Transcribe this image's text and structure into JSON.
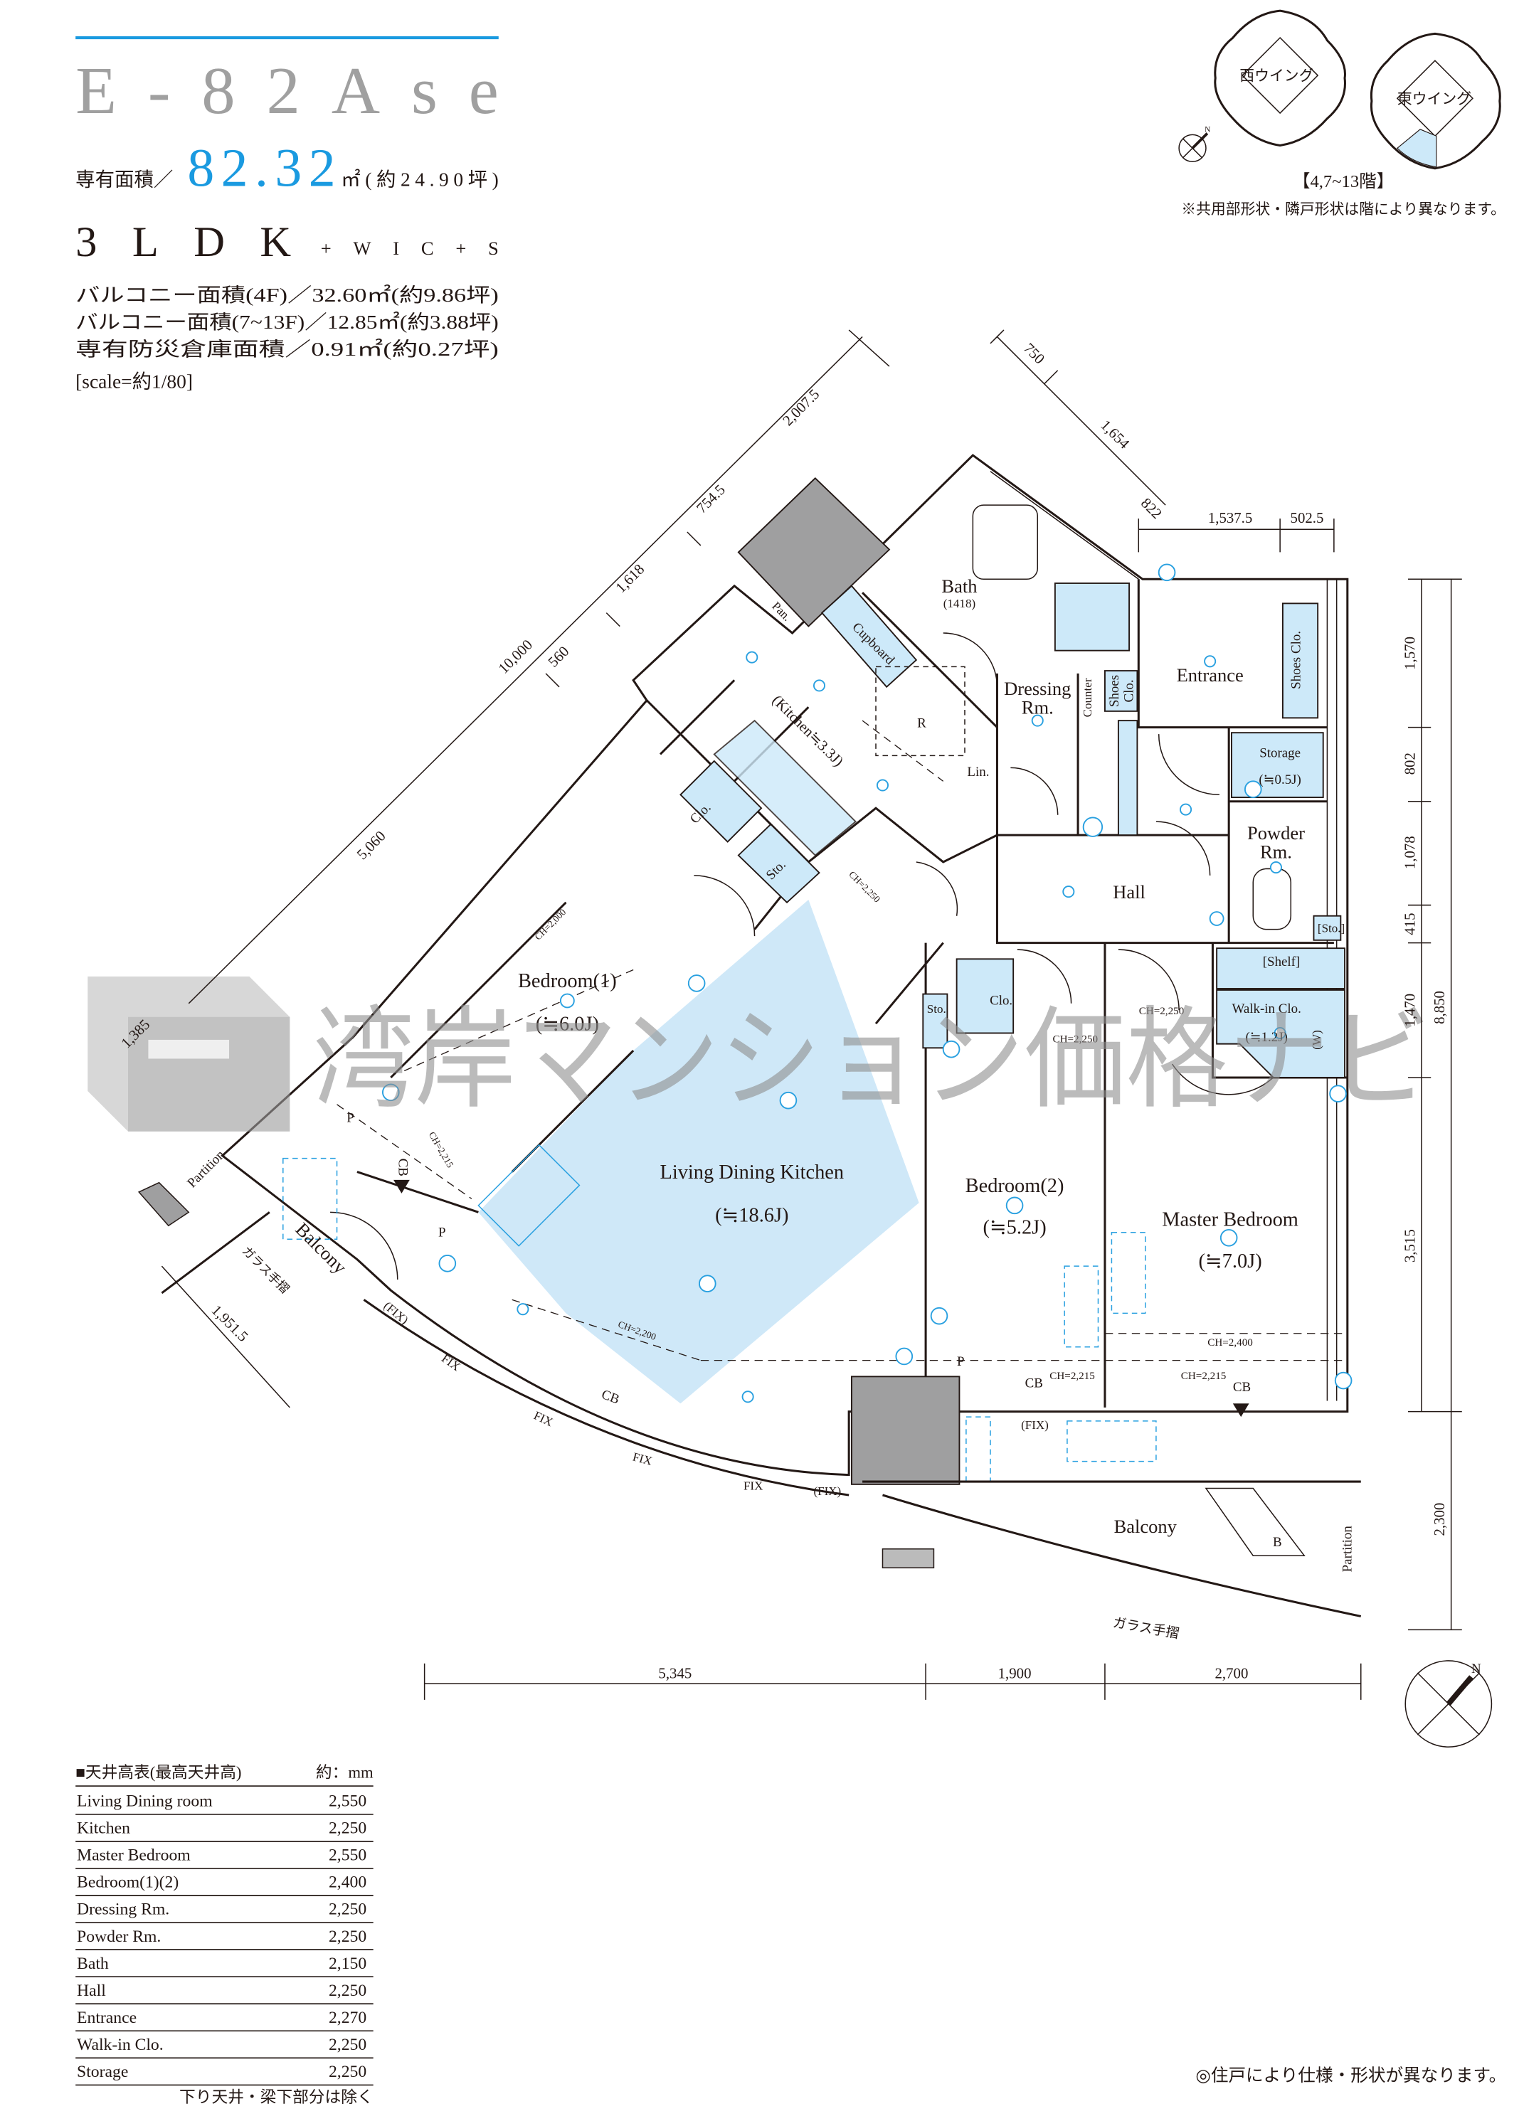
{
  "header": {
    "unit_type": "E-82Ase",
    "area_label": "専有面積／",
    "area_value": "82.32",
    "area_suffix": "㎡(約24.90坪)",
    "layout_main": "3LDK",
    "layout_extra": "+WIC+S",
    "balcony_4f": "バルコニー面積(4F)／32.60㎡(約9.86坪)",
    "balcony_7_13f": "バルコニー面積(7~13F)／12.85㎡(約3.88坪)",
    "storage_area": "専有防災倉庫面積／0.91㎡(約0.27坪)",
    "scale": "[scale=約1/80]"
  },
  "key_plan": {
    "west_wing": "西ウイング",
    "east_wing": "東ウイング",
    "floors": "【4,7~13階】",
    "note": "※共用部形状・隣戸形状は階により異なります。",
    "north": "N"
  },
  "rooms": {
    "bath": "Bath",
    "bath_size": "(1418)",
    "dressing": "Dressing",
    "dressing2": "Rm.",
    "entrance": "Entrance",
    "shoes_clo": "Shoes Clo.",
    "shoes_clo_a": "Shoes",
    "shoes_clo_b": "Clo.",
    "counter": "Counter",
    "storage": "Storage",
    "storage_size": "(≒0.5J)",
    "powder": "Powder",
    "powder2": "Rm.",
    "hall": "Hall",
    "lin": "Lin.",
    "cupboard": "Cupboard",
    "pan": "Pan.",
    "fridge": "R",
    "kitchen": "(Kitchen≒3.3J)",
    "clo": "Clo.",
    "sto": "Sto.",
    "bedroom1": "Bedroom(1)",
    "bedroom1_size": "(≒6.0J)",
    "ldk": "Living Dining Kitchen",
    "ldk_size": "(≒18.6J)",
    "bedroom2": "Bedroom(2)",
    "bedroom2_size": "(≒5.2J)",
    "master": "Master Bedroom",
    "master_size": "(≒7.0J)",
    "shelf": "[Shelf]",
    "wic": "Walk-in Clo.",
    "wic_size": "(≒1.2J)",
    "wic_w": "(W)",
    "sto_small": "[Sto.]",
    "balcony": "Balcony",
    "balcony_b": "B",
    "partition": "Partition",
    "glass_rail": "ガラス手摺",
    "p": "P",
    "cb": "CB",
    "fix": "FIX",
    "fix_paren": "(FIX)",
    "ch_2000": "CH=2,000",
    "ch_2250": "CH=2,250",
    "ch_2215": "CH=2,215",
    "ch_2200": "CH=2,200",
    "ch_2400": "CH=2,400"
  },
  "dimensions": {
    "bottom": [
      "5,345",
      "1,900",
      "2,700"
    ],
    "right": [
      "1,570",
      "802",
      "1,078",
      "415",
      "1,470",
      "3,515",
      "2,300"
    ],
    "right_total": "8,850",
    "top": [
      "1,537.5",
      "502.5",
      "822",
      "750",
      "1,654"
    ],
    "diagonal": [
      "10,000",
      "560",
      "1,618",
      "754.5",
      "2,007.5",
      "5,060",
      "1,385",
      "1,951.5"
    ]
  },
  "watermark": "湾岸マンション価格ナビ",
  "ceiling_table": {
    "title": "■天井高表(最高天井高)",
    "unit": "約：mm",
    "rows": [
      {
        "room": "Living Dining room",
        "height": "2,550"
      },
      {
        "room": "Kitchen",
        "height": "2,250"
      },
      {
        "room": "Master Bedroom",
        "height": "2,550"
      },
      {
        "room": "Bedroom(1)(2)",
        "height": "2,400"
      },
      {
        "room": "Dressing Rm.",
        "height": "2,250"
      },
      {
        "room": "Powder Rm.",
        "height": "2,250"
      },
      {
        "room": "Bath",
        "height": "2,150"
      },
      {
        "room": "Hall",
        "height": "2,250"
      },
      {
        "room": "Entrance",
        "height": "2,270"
      },
      {
        "room": "Walk-in Clo.",
        "height": "2,250"
      },
      {
        "room": "Storage",
        "height": "2,250"
      }
    ],
    "footnote": "下り天井・梁下部分は除く"
  },
  "footer_note": "◎住戸により仕様・形状が異なります。",
  "colors": {
    "accent": "#1a9ae0",
    "title_gray": "#a0a0a0",
    "room_blue": "#cde9f9",
    "ldk_blue": "#cfe8f8",
    "ink": "#231815"
  }
}
